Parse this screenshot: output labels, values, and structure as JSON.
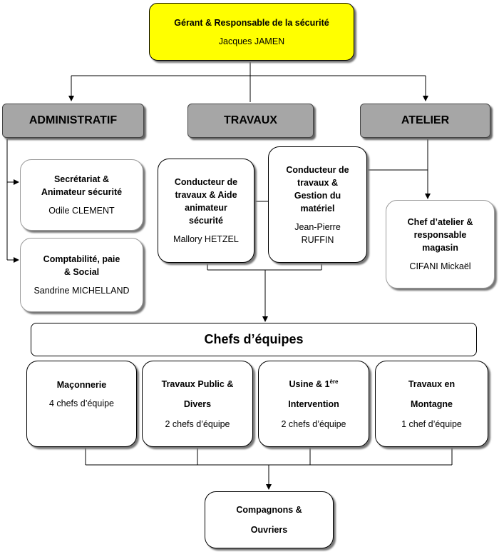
{
  "root": {
    "title": "Gérant & Responsable de la sécurité",
    "name": "Jacques JAMEN"
  },
  "departments": [
    {
      "label": "ADMINISTRATIF"
    },
    {
      "label": "TRAVAUX"
    },
    {
      "label": "ATELIER"
    }
  ],
  "admin": [
    {
      "title_lines": [
        "Secrétariat &",
        "Animateur sécurité"
      ],
      "name_lines": [
        "Odile CLEMENT"
      ]
    },
    {
      "title_lines": [
        "Comptabilité, paie",
        "& Social"
      ],
      "name_lines": [
        "Sandrine MICHELLAND"
      ]
    }
  ],
  "travaux": [
    {
      "title_lines": [
        "Conducteur de",
        "travaux & Aide",
        "animateur",
        "sécurité"
      ],
      "name_lines": [
        "Mallory HETZEL"
      ]
    },
    {
      "title_lines": [
        "Conducteur de",
        "travaux &",
        "Gestion du",
        "matériel"
      ],
      "name_lines": [
        "Jean-Pierre",
        "RUFFIN"
      ]
    }
  ],
  "atelier": {
    "title_lines": [
      "Chef d’atelier &",
      "responsable",
      "magasin"
    ],
    "name_lines": [
      "CIFANI Mickaël"
    ]
  },
  "chefs_banner": "Chefs d’équipes",
  "teams": [
    {
      "title_lines": [
        "Maçonnerie"
      ],
      "count": "4 chefs d’équipe"
    },
    {
      "title_lines": [
        "Travaux Public &",
        "Divers"
      ],
      "count": "2 chefs d’équipe"
    },
    {
      "title_line1": "Usine & 1",
      "title_sup": "ère",
      "title_line2": "Intervention",
      "count": "2 chefs d’équipe"
    },
    {
      "title_lines": [
        "Travaux en",
        "Montagne"
      ],
      "count": "1 chef d’équipe"
    }
  ],
  "bottom": {
    "title_lines": [
      "Compagnons &",
      "Ouvriers"
    ]
  }
}
